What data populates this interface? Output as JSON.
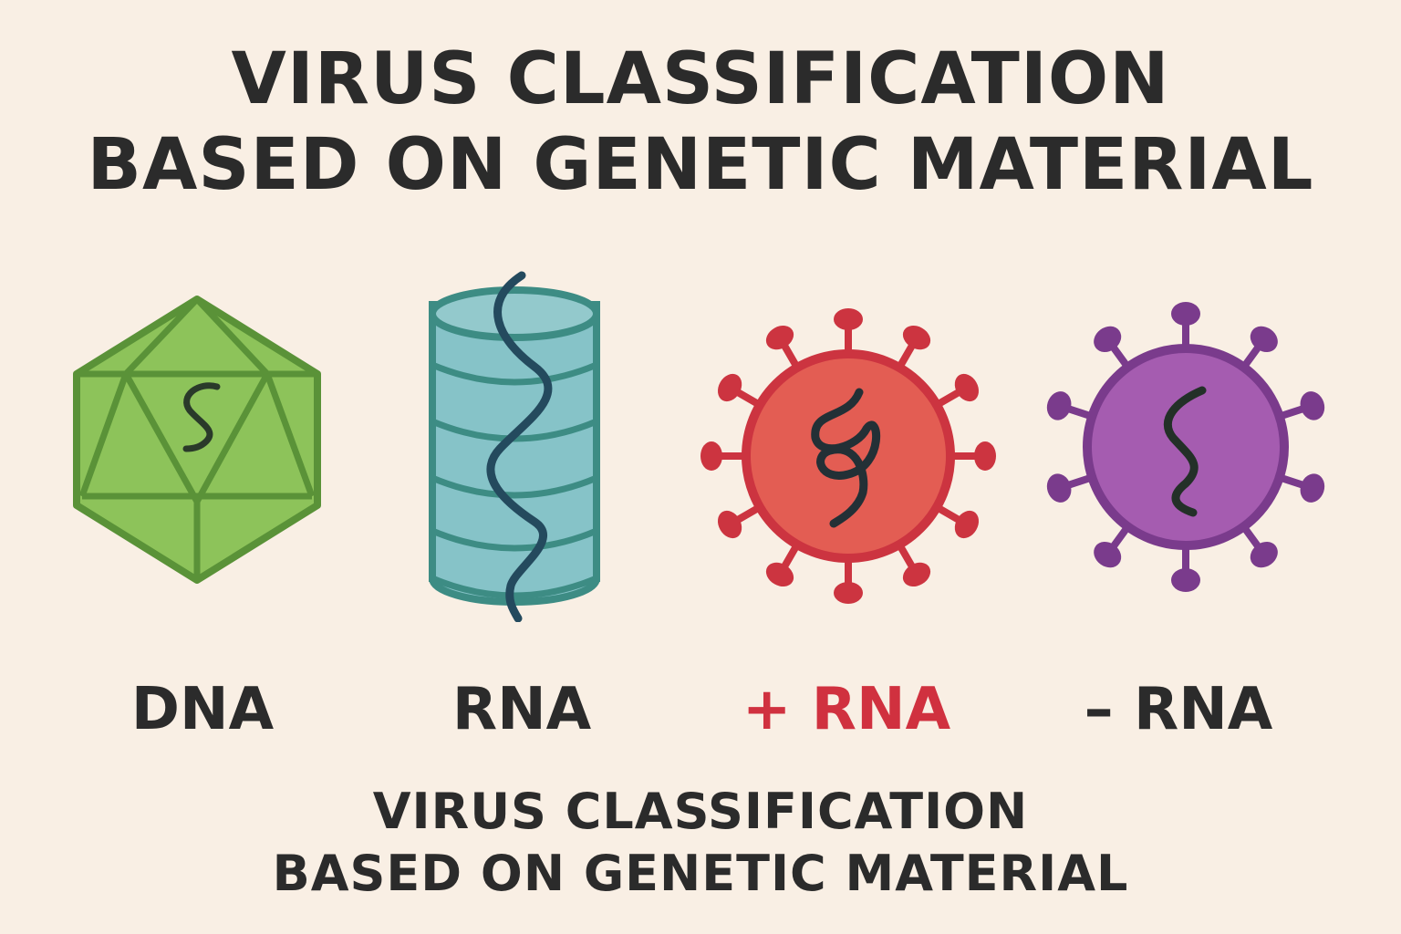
{
  "title": {
    "line1": "VIRUS CLASSIFICATION",
    "line2": "BASED ON GENETIC MATERIAL"
  },
  "viruses": [
    {
      "label": "DNA",
      "icon": "icosahedral-capsid-icon",
      "fill": "#8dc35a",
      "stroke": "#5a9238",
      "label_color": "#2b2b2b"
    },
    {
      "label": "RNA",
      "icon": "helical-capsid-icon",
      "fill": "#86c3c8",
      "stroke": "#3d8c84",
      "strand": "#244a5e",
      "label_color": "#2b2b2b"
    },
    {
      "label": "+ RNA",
      "icon": "spiked-virus-red-icon",
      "fill": "#e35d53",
      "stroke": "#cc3440",
      "label_color": "#d0313f"
    },
    {
      "label": "– RNA",
      "icon": "spiked-virus-purple-icon",
      "fill": "#a55cb0",
      "stroke": "#7a3b8c",
      "label_color": "#2b2b2b"
    }
  ],
  "subtitle": {
    "line1": "VIRUS CLASSIFICATION",
    "line2": "BASED ON GENETIC MATERIAL"
  }
}
